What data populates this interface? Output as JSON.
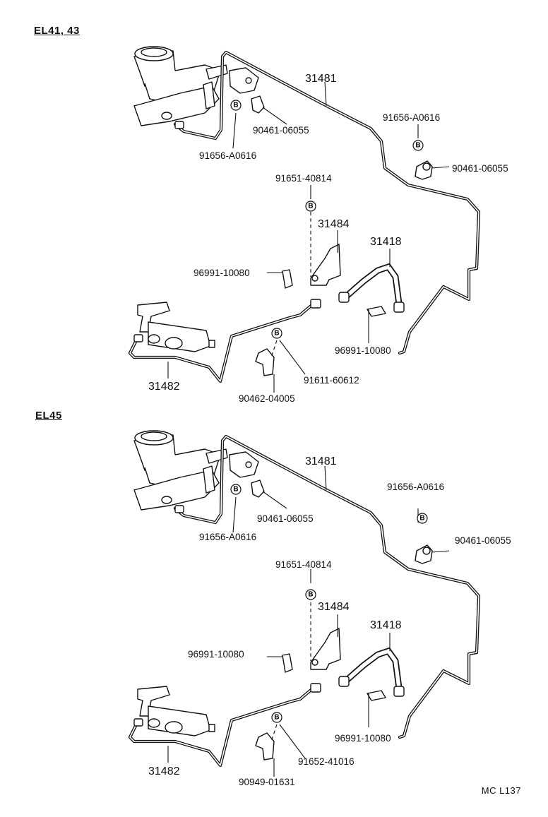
{
  "sections": [
    {
      "title": "EL41, 43",
      "labels": {
        "pipe_front": "31481",
        "clip_a": "90461-06055",
        "bolt_a": "91656-A0616",
        "bolt_b": "91656-A0616",
        "clip_b": "90461-06055",
        "bolt_c": "91651-40814",
        "bracket": "31484",
        "hose": "31418",
        "clip_c": "96991-10080",
        "clip_d": "96991-10080",
        "bolt_d": "91611-60612",
        "clip_e": "90462-04005",
        "pipe_rear": "31482"
      }
    },
    {
      "title": "EL45",
      "labels": {
        "pipe_front": "31481",
        "clip_a": "90461-06055",
        "bolt_a": "91656-A0616",
        "bolt_b": "91656-A0616",
        "clip_b": "90461-06055",
        "bolt_c": "91651-40814",
        "bracket": "31484",
        "hose": "31418",
        "clip_c": "96991-10080",
        "clip_d": "96991-10080",
        "bolt_d": "91652-41016",
        "clip_e": "90949-01631",
        "pipe_rear": "31482"
      }
    }
  ],
  "badge_letter": "B",
  "page_code": "MC L137"
}
